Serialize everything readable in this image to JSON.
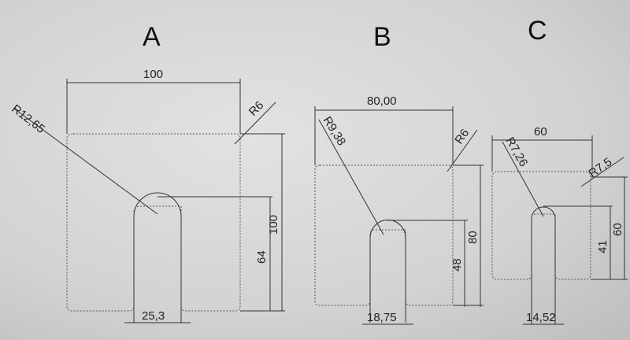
{
  "parts": [
    {
      "name": "A",
      "width": "100",
      "corner_radius": "R6",
      "slot_radius": "R12,65",
      "height": "100",
      "slot_depth": "64",
      "slot_width": "25,3"
    },
    {
      "name": "B",
      "width": "80,00",
      "corner_radius": "R6",
      "slot_radius": "R9,38",
      "height": "80",
      "slot_depth": "48",
      "slot_width": "18,75"
    },
    {
      "name": "C",
      "width": "60",
      "corner_radius": "R7,5",
      "slot_radius": "R7,26",
      "height": "60",
      "slot_depth": "41",
      "slot_width": "14,52"
    }
  ]
}
